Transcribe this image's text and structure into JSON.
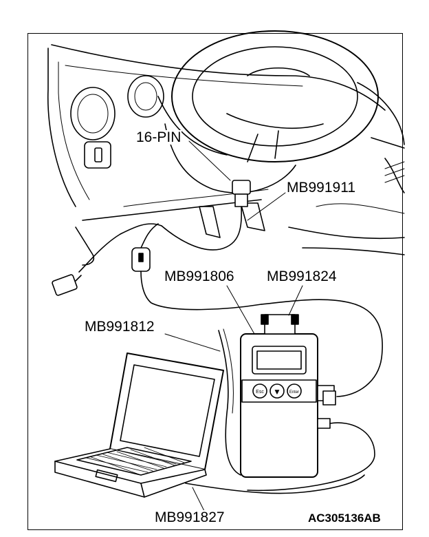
{
  "labels": {
    "pin16": "16-PIN",
    "mb991911": "MB991911",
    "mb991806": "MB991806",
    "mb991824": "MB991824",
    "mb991812": "MB991812",
    "mb991827": "MB991827"
  },
  "figure_code": "AC305136AB",
  "device_buttons": {
    "left": "Esc",
    "middle": "▼",
    "right": "Enter"
  }
}
